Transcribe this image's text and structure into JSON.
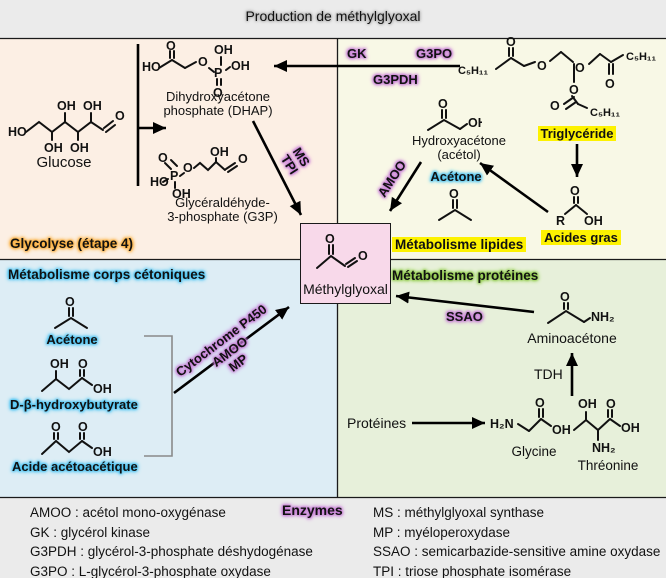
{
  "title": "Production de méthylglyoxal",
  "colors": {
    "page_bg": "#ebebeb",
    "glycolysis_bg": "#fcefe4",
    "lipids_bg": "#f8f8e6",
    "ketone_bg": "#ddedf5",
    "proteins_bg": "#e7f0da",
    "center_box_bg": "#f8d9ea",
    "highlight_yellow": "#fdf200",
    "highlight_orange": "#fbaf3c",
    "highlight_blue": "#4fc6f4",
    "highlight_purple": "#c97fd8",
    "highlight_green": "#94cd50",
    "highlight_gray": "#b5b5b5"
  },
  "sections": {
    "glycolysis": "Glycolyse (étape 4)",
    "lipids": "Métabolisme lipides",
    "ketone": "Métabolisme corps cétoniques",
    "proteins": "Métabolisme protéines"
  },
  "center": {
    "name": "Méthylglyoxal",
    "labels": [
      "O",
      "O"
    ]
  },
  "compounds": {
    "glucose": {
      "name": "Glucose",
      "labels": [
        "HO",
        "OH",
        "OH",
        "OH",
        "OH",
        "O"
      ]
    },
    "dhap": {
      "name1": "Dihydroxyacétone",
      "name2": "phosphate (DHAP)",
      "labels": [
        "O",
        "HO",
        "O",
        "P",
        "OH",
        "OH",
        "O"
      ]
    },
    "g3p": {
      "name1": "Glycéraldéhyde-",
      "name2": "3-phosphate (G3P)",
      "labels": [
        "O",
        "HO",
        "P",
        "OH",
        "O",
        "OH",
        "O"
      ]
    },
    "triglyceride": {
      "name": "Triglycéride",
      "labels": [
        "C₅H₁₁",
        "O",
        "O",
        "O",
        "O",
        "C₅H₁₁",
        "O",
        "O",
        "C₅H₁₁"
      ]
    },
    "acetol": {
      "name1": "Hydroxyacétone",
      "name2": "(acétol)",
      "labels": [
        "O",
        "OH"
      ]
    },
    "acetone_lipids": {
      "name": "Acétone",
      "labels": [
        "O"
      ]
    },
    "fatty_acids": {
      "name": "Acides gras",
      "labels": [
        "O",
        "R",
        "OH"
      ]
    },
    "acetone_ketone": {
      "name": "Acétone",
      "labels": [
        "O"
      ]
    },
    "bhb": {
      "name": "D-β-hydroxybutyrate",
      "labels": [
        "OH",
        "O",
        "OH"
      ]
    },
    "acetoacetate": {
      "name": "Acide acétoacétique",
      "labels": [
        "O",
        "O",
        "OH"
      ]
    },
    "aminoacetone": {
      "name": "Aminoacétone",
      "labels": [
        "O",
        "NH₂"
      ]
    },
    "glycine": {
      "name": "Glycine",
      "labels": [
        "H₂N",
        "O",
        "OH"
      ]
    },
    "threonine": {
      "name": "Thréonine",
      "labels": [
        "OH",
        "O",
        "OH",
        "NH₂"
      ]
    },
    "proteins": {
      "name": "Protéines"
    }
  },
  "enzymes": {
    "gk": "GK",
    "g3po": "G3PO",
    "g3pdh": "G3PDH",
    "ms": "MS",
    "tpi": "TPI",
    "amoo": "AMOO",
    "cytochrome": "Cytochrome P450",
    "cyt_amoo": "AMOO",
    "mp": "MP",
    "ssao": "SSAO",
    "tdh": "TDH"
  },
  "legend": {
    "heading": "Enzymes",
    "left": [
      "AMOO : acétol mono-oxygénase",
      "GK : glycérol kinase",
      "G3PDH : glycérol-3-phosphate déshydogénase",
      "G3PO : L-glycérol-3-phosphate oxydase"
    ],
    "right": [
      "MS : méthylglyoxal synthase",
      "MP : myéloperoxydase",
      "SSAO : semicarbazide-sensitive amine oxydase",
      "TPI : triose phosphate isomérase"
    ]
  }
}
